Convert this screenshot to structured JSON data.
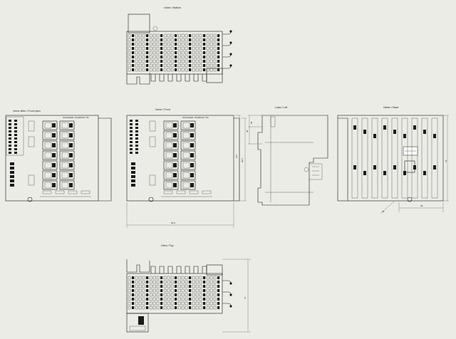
{
  "views": {
    "bottom": {
      "label": "Unten / Bottom"
    },
    "rear_left": {
      "label": "Vorne offen / Front open"
    },
    "front": {
      "label": "Vorne / Front"
    },
    "left": {
      "label": "Links / Left"
    },
    "back": {
      "label": "Hinten / Back"
    },
    "top": {
      "label": "Oben / Top"
    }
  },
  "module_text": "SCHLEGEL SCHRACK TM",
  "dimensions": {
    "front_width": "94,6",
    "front_height_a": "107",
    "front_height_b": "99,5",
    "left_a": "40",
    "left_b": "35",
    "back_height": "74",
    "back_depth": "38",
    "back_angle": "45",
    "top_height": "72"
  },
  "colors": {
    "background": "#ecece6",
    "line": "#1a1a1a"
  }
}
